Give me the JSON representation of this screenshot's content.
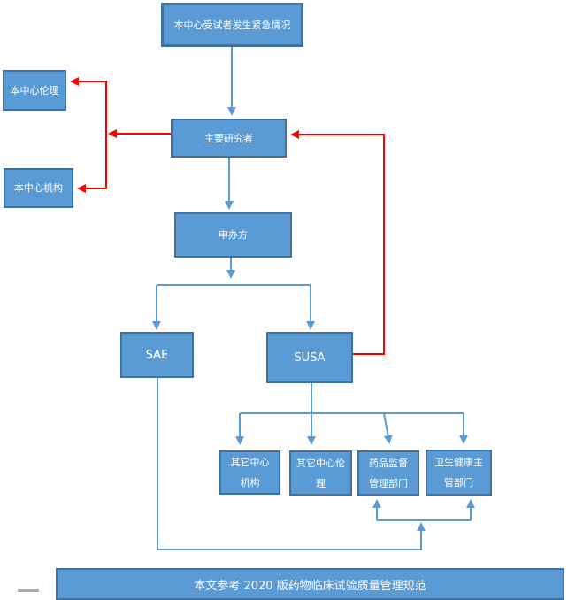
{
  "diagram": {
    "banner": {
      "text": "本文参考 2020 版药物临床试验质量管理规范"
    },
    "colors": {
      "box_fill": "#5B9BD5",
      "box_border": "#41719C",
      "blue_connector": "#5B9BD5",
      "red_connector": "#FF0000",
      "text": "#FFFFFF"
    },
    "nodes": [
      {
        "id": "emergency",
        "lines": [
          "本中心受试者发生紧急情况"
        ]
      },
      {
        "id": "center-ethics",
        "lines": [
          "本中心伦理"
        ]
      },
      {
        "id": "principal-investigator",
        "lines": [
          "主要研究者"
        ]
      },
      {
        "id": "center-institution",
        "lines": [
          "本中心机构"
        ]
      },
      {
        "id": "sponsor",
        "lines": [
          "申办方"
        ]
      },
      {
        "id": "sae",
        "lines": [
          "SAE"
        ]
      },
      {
        "id": "susa",
        "lines": [
          "SUSA"
        ]
      },
      {
        "id": "other-center-institution",
        "lines": [
          "其它中心",
          "机构"
        ]
      },
      {
        "id": "other-center-ethics",
        "lines": [
          "其它中心伦",
          "理"
        ]
      },
      {
        "id": "drug-regulatory-dept",
        "lines": [
          "药品监督",
          "管理部门"
        ]
      },
      {
        "id": "health-authority-dept",
        "lines": [
          "卫生健康主",
          "管部门"
        ]
      }
    ],
    "edges": [
      {
        "from": "emergency",
        "to": "principal-investigator",
        "color": "blue"
      },
      {
        "from": "principal-investigator",
        "to": "sponsor",
        "color": "blue"
      },
      {
        "from": "sponsor",
        "to": "sae",
        "color": "blue"
      },
      {
        "from": "sponsor",
        "to": "susa",
        "color": "blue"
      },
      {
        "from": "susa",
        "to": "other-center-institution",
        "color": "blue"
      },
      {
        "from": "susa",
        "to": "other-center-ethics",
        "color": "blue"
      },
      {
        "from": "susa",
        "to": "drug-regulatory-dept",
        "color": "blue"
      },
      {
        "from": "susa",
        "to": "health-authority-dept",
        "color": "blue"
      },
      {
        "from": "sae",
        "to": "drug-regulatory-dept",
        "color": "blue"
      },
      {
        "from": "sae",
        "to": "health-authority-dept",
        "color": "blue"
      },
      {
        "from": "principal-investigator",
        "to": "center-ethics",
        "color": "red"
      },
      {
        "from": "principal-investigator",
        "to": "center-institution",
        "color": "red"
      },
      {
        "from": "susa",
        "to": "principal-investigator",
        "color": "red"
      }
    ]
  }
}
